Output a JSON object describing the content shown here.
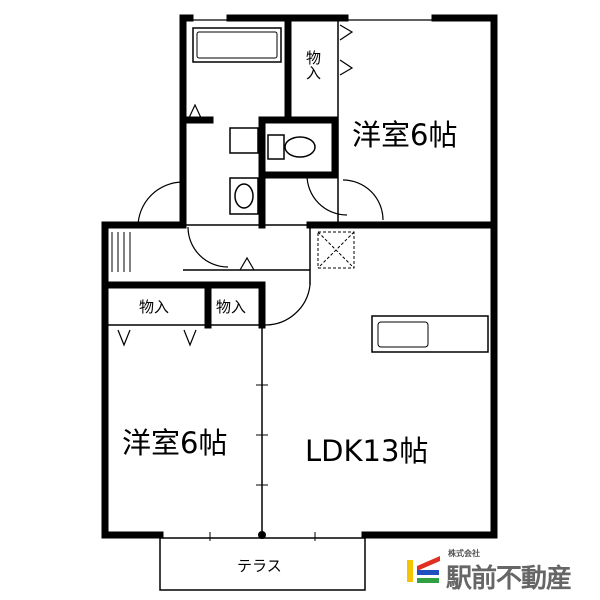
{
  "rooms": {
    "western_room_top": "洋室6帖",
    "western_room_left": "洋室6帖",
    "ldk": "LDK13帖",
    "closet_top": "物入",
    "closet_left": "物入",
    "closet_mid": "物入",
    "terrace": "テラス"
  },
  "logo": {
    "company_type": "株式会社",
    "name": "駅前不動産",
    "colors": [
      "#f5c400",
      "#e03020",
      "#2050c0",
      "#30a040"
    ]
  }
}
